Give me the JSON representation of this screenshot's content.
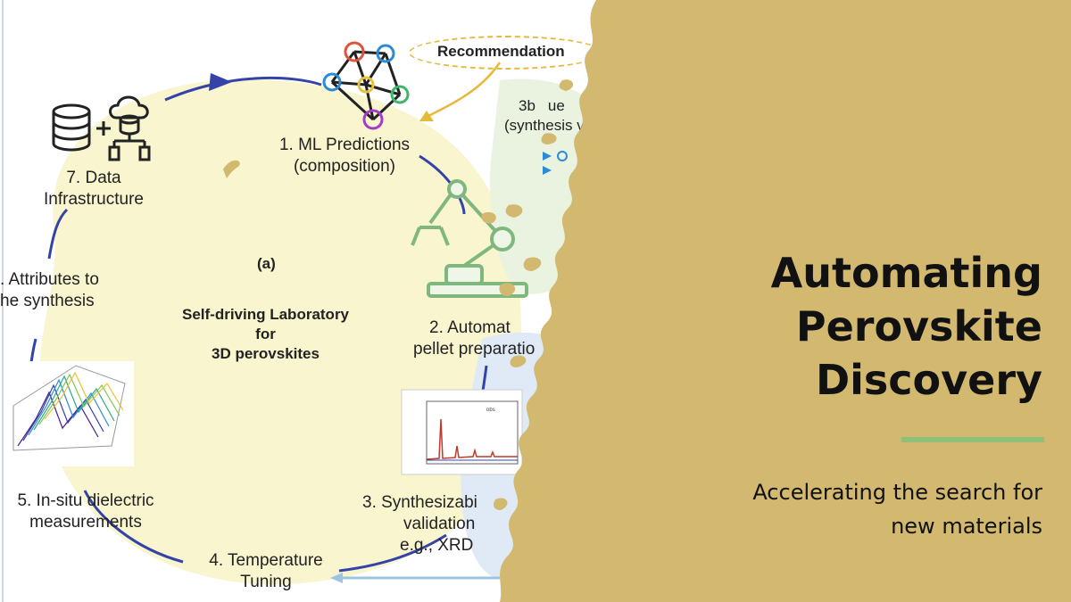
{
  "figure": {
    "recommendation": "Recommendation",
    "panel_letter": "(a)",
    "center_lines": [
      "Self-driving Laboratory",
      "for",
      "3D perovskites"
    ],
    "steps": {
      "s1": [
        "1. ML Predictions",
        "(composition)"
      ],
      "s2": [
        "2. Automat",
        "pellet preparatio"
      ],
      "s3": [
        "3. Synthesizabi",
        "validation",
        "e.g., XRD"
      ],
      "s4": [
        "4. Temperature",
        "Tuning"
      ],
      "s5": [
        "5. In-situ dielectric",
        "measurements"
      ],
      "s6": [
        ". Attributes to",
        "he synthesis"
      ],
      "s7": [
        "7. Data",
        "Infrastructure"
      ]
    },
    "side_note": [
      "3b",
      "ue",
      "(synthesis v"
    ],
    "xrd_legend": "obs",
    "colors": {
      "arrow": "#3443a8",
      "blob": "#f8f5cf",
      "rec": "#e5b93a"
    }
  },
  "slide": {
    "title_lines": [
      "Automating",
      "Perovskite",
      "Discovery"
    ],
    "subtitle_lines": [
      "Accelerating the search for",
      "new materials"
    ],
    "colors": {
      "panel": "#d2b96f",
      "rule": "#8fbf78",
      "text": "#111111"
    }
  }
}
